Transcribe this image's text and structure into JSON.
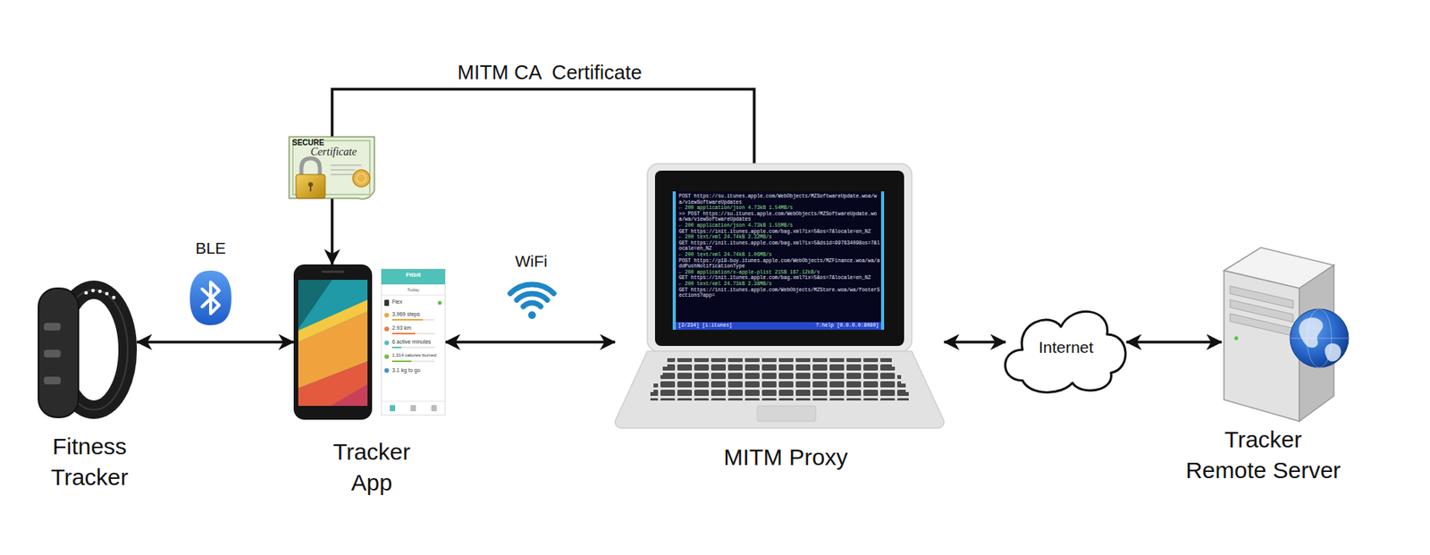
{
  "diagram": {
    "nodes": [
      {
        "text": [
          "Fitness Tracker"
        ]
      },
      {
        "text": [
          "Tracker App"
        ]
      },
      {
        "text": [
          "MITM Proxy"
        ]
      },
      {
        "text": [
          "Internet"
        ]
      },
      {
        "text": [
          "Tracker Remote Server"
        ]
      }
    ],
    "edges": [
      {
        "from": 0,
        "to": 1,
        "arrow": "both",
        "label": "BLE"
      },
      {
        "from": 1,
        "to": 2,
        "arrow": "both",
        "label": "WiFi"
      },
      {
        "from": 2,
        "to": 3,
        "arrow": "both"
      },
      {
        "from": 3,
        "to": 4,
        "arrow": "both"
      },
      {
        "from": 2,
        "to": 1,
        "arrow": "to",
        "label": "MITM CA  Certificate"
      }
    ],
    "labels": [
      "SECURE",
      "Certificate",
      "Fitbit",
      "Today",
      "Flex",
      "3,969 steps",
      "2.93 km",
      "6 active minutes",
      "1,314 calories burned",
      "3.1 kg to go",
      "POST https://su.itunes.apple.com/WebObjects/MZSoftwareUpdate.woa/wa/viewSoftwareUpdates",
      "← 200 application/json 4.73kB 1.54MB/s",
      ">> POST https://su.itunes.apple.com/WebObjects/MZSoftwareUpdate.woa/wa/viewSoftwareUpdates",
      "← 200 application/json 4.73kB 1.55MB/s",
      "GET https://init.itunes.apple.com/bag.xml?ix=5&os=7&locale=en_NZ",
      "← 200 text/xml 24.74kB 2.32MB/s",
      "GET https://init.itunes.apple.com/bag.xml?ix=5&dsid=997634098os=7&locale=en_NZ",
      "← 200 text/xml 24.74kB 1.06MB/s",
      "POST https://p18-buy.itunes.apple.com/WebObjects/MZFinance.woa/wa/addPushNotificationType",
      "← 200 application/x-apple-plist 215B 167.12kB/s",
      "GET https://init.itunes.apple.com/bag.xml?ix=5&os=7&locale=en_NZ",
      "← 200 text/xml 24.73kB 2.38MB/s",
      "GET https://init.itunes.apple.com/WebObjects/MZStore.woa/wa/footerSections?app=",
      "[2/234] [i:itunes]",
      "?:help [0.0.0.0:8080]"
    ]
  }
}
